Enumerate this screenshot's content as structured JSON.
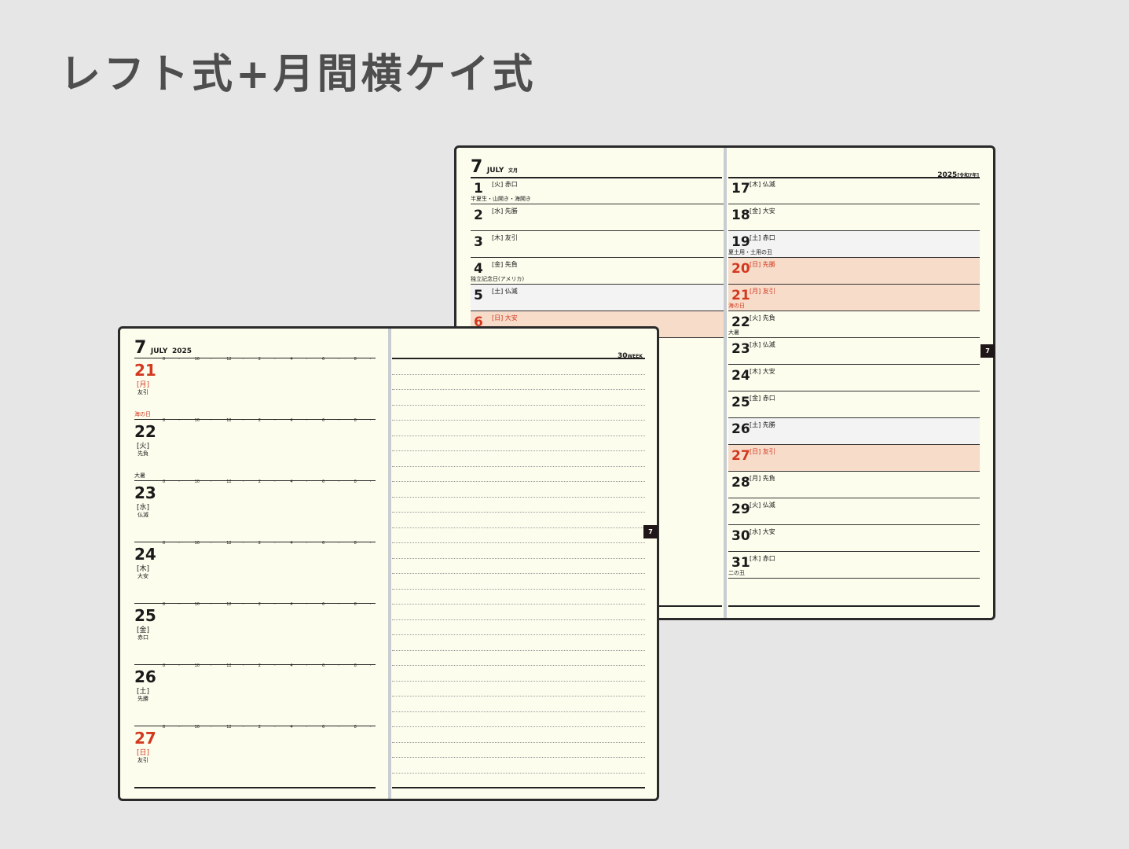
{
  "headline": "レフト式+月間横ケイ式",
  "monthly": {
    "month_num": "7",
    "month_en": "JULY",
    "month_jp": "文月",
    "year": "2025",
    "era": "[令和7年]",
    "tab": "7",
    "left_days": [
      {
        "num": "1",
        "wk": "[火] 赤口",
        "note": "半夏生・山開き・海開き",
        "type": ""
      },
      {
        "num": "2",
        "wk": "[水] 先勝",
        "note": "",
        "type": ""
      },
      {
        "num": "3",
        "wk": "[木] 友引",
        "note": "",
        "type": ""
      },
      {
        "num": "4",
        "wk": "[金] 先負",
        "note": "独立記念日(アメリカ)",
        "type": ""
      },
      {
        "num": "5",
        "wk": "[土] 仏滅",
        "note": "",
        "type": "sat"
      },
      {
        "num": "6",
        "wk": "[日] 大安",
        "note": "",
        "type": "hol"
      }
    ],
    "right_days": [
      {
        "num": "17",
        "wk": "[木] 仏滅",
        "note": "",
        "type": ""
      },
      {
        "num": "18",
        "wk": "[金] 大安",
        "note": "",
        "type": ""
      },
      {
        "num": "19",
        "wk": "[土] 赤口",
        "note": "夏土用・土用の丑",
        "type": "sat"
      },
      {
        "num": "20",
        "wk": "[日] 先勝",
        "note": "",
        "type": "hol"
      },
      {
        "num": "21",
        "wk": "[月] 友引",
        "note": "海の日",
        "type": "hol"
      },
      {
        "num": "22",
        "wk": "[火] 先負",
        "note": "大暑",
        "type": ""
      },
      {
        "num": "23",
        "wk": "[水] 仏滅",
        "note": "",
        "type": ""
      },
      {
        "num": "24",
        "wk": "[木] 大安",
        "note": "",
        "type": ""
      },
      {
        "num": "25",
        "wk": "[金] 赤口",
        "note": "",
        "type": ""
      },
      {
        "num": "26",
        "wk": "[土] 先勝",
        "note": "",
        "type": "sat"
      },
      {
        "num": "27",
        "wk": "[日] 友引",
        "note": "",
        "type": "hol"
      },
      {
        "num": "28",
        "wk": "[月] 先負",
        "note": "",
        "type": ""
      },
      {
        "num": "29",
        "wk": "[火] 仏滅",
        "note": "",
        "type": ""
      },
      {
        "num": "30",
        "wk": "[水] 大安",
        "note": "",
        "type": ""
      },
      {
        "num": "31",
        "wk": "[木] 赤口",
        "note": "二の丑",
        "type": ""
      }
    ]
  },
  "weekly": {
    "month_num": "7",
    "month_en": "JULY",
    "year": "2025",
    "week_num": "30",
    "week_label": "WEEK",
    "tab": "7",
    "hours": [
      "8",
      "·",
      "10",
      "·",
      "12",
      "·",
      "2",
      "·",
      "4",
      "·",
      "6",
      "·",
      "8",
      "·"
    ],
    "days": [
      {
        "num": "21",
        "wk": "[月]",
        "rk": "友引",
        "note": "海の日",
        "red": true
      },
      {
        "num": "22",
        "wk": "[火]",
        "rk": "先負",
        "note": "大暑",
        "red": false
      },
      {
        "num": "23",
        "wk": "[水]",
        "rk": "仏滅",
        "note": "",
        "red": false
      },
      {
        "num": "24",
        "wk": "[木]",
        "rk": "大安",
        "note": "",
        "red": false
      },
      {
        "num": "25",
        "wk": "[金]",
        "rk": "赤口",
        "note": "",
        "red": false
      },
      {
        "num": "26",
        "wk": "[土]",
        "rk": "先勝",
        "note": "",
        "red": false
      },
      {
        "num": "27",
        "wk": "[日]",
        "rk": "友引",
        "note": "",
        "red": true
      }
    ]
  }
}
